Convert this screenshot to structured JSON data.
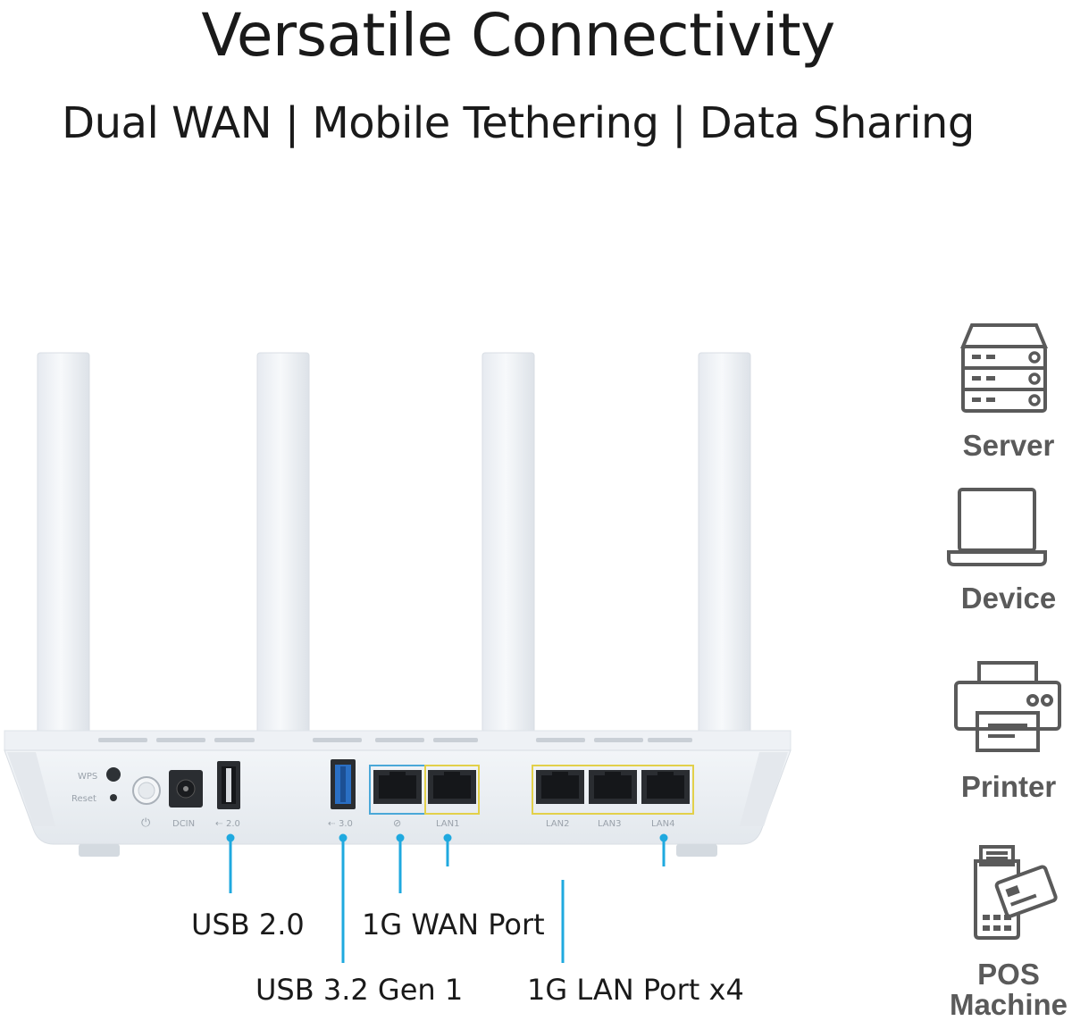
{
  "header": {
    "title": "Versatile Connectivity",
    "features": [
      "Dual WAN",
      "Mobile Tethering",
      "Data Sharing"
    ],
    "separator": "|"
  },
  "router_labels": {
    "wps": "WPS",
    "reset": "Reset",
    "dcin": "DCIN",
    "usb2": "2.0",
    "usb3": "3.0",
    "lan1": "LAN1",
    "lan2": "LAN2",
    "lan3": "LAN3",
    "lan4": "LAN4"
  },
  "callouts": {
    "usb2": "USB 2.0",
    "usb3": "USB 3.2 Gen 1",
    "wan": "1G WAN Port",
    "lan": "1G LAN Port x4"
  },
  "devices": [
    {
      "label": "Server",
      "icon": "server-icon"
    },
    {
      "label": "Device",
      "icon": "laptop-icon"
    },
    {
      "label": "Printer",
      "icon": "printer-icon"
    },
    {
      "label": "POS Machine",
      "icon": "pos-terminal-icon"
    }
  ],
  "colors": {
    "callout_line": "#1fa9df",
    "wan_highlight": "#4aa8d8",
    "lan_highlight": "#e2d04a",
    "usb3_blue": "#2a6fc4",
    "icon_gray": "#5a5a5a"
  }
}
